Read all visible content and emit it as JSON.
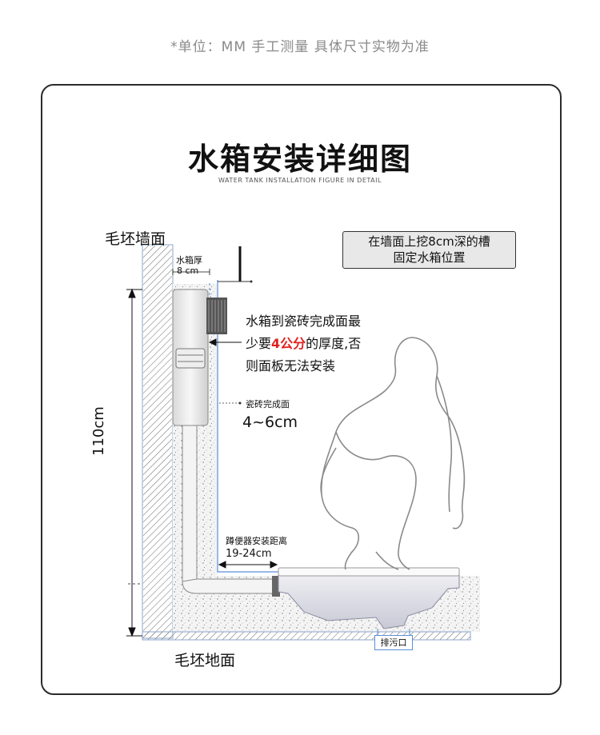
{
  "header_note": "*单位：MM 手工测量 具体尺寸实物为准",
  "title": "水箱安装详细图",
  "subtitle": "WATER TANK INSTALLATION FIGURE IN DETAIL",
  "labels": {
    "wall": "毛坯墙面",
    "floor": "毛坯地面",
    "tank_thickness": "水箱厚",
    "tank_thickness_value": "8 cm",
    "height": "110cm",
    "tile_surface": "瓷砖完成面",
    "tile_thickness": "4~6cm",
    "toilet_distance": "蹲便器安装距离",
    "toilet_distance_value": "19-24cm",
    "drain": "排污口"
  },
  "callout_box": {
    "line1": "在墙面上挖8cm深的槽",
    "line2": "固定水箱位置"
  },
  "warning": {
    "line1": "水箱到瓷砖完成面最",
    "line2_pre": "少要",
    "line2_highlight": "4公分",
    "line2_post": "的厚度,否",
    "line3": "则面板无法安装"
  },
  "colors": {
    "highlight": "#e02020",
    "guide_line": "#5b8fd6"
  }
}
